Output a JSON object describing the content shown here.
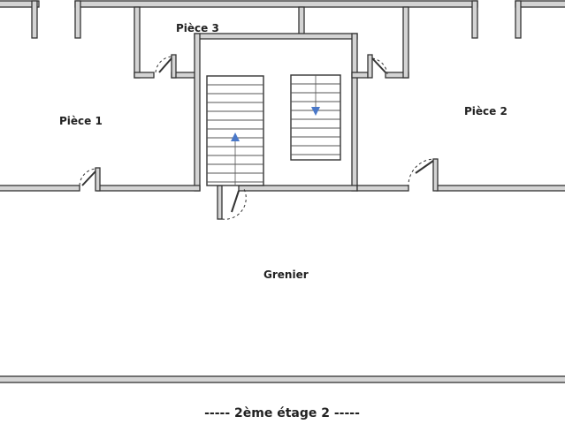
{
  "rooms": {
    "room_1": "Pièce 1",
    "room_2": "Pièce 2",
    "room_3": "Pièce 3",
    "attic": "Grenier"
  },
  "floor_caption": "----- 2ème étage 2 -----",
  "colors": {
    "wall_fill": "#d4d4d4",
    "wall_stroke": "#333333",
    "stair_arrow": "#4a78c8",
    "text": "#222222"
  },
  "icons": {
    "stair_up": "stair-up-arrow-icon",
    "stair_down": "stair-down-arrow-icon"
  }
}
